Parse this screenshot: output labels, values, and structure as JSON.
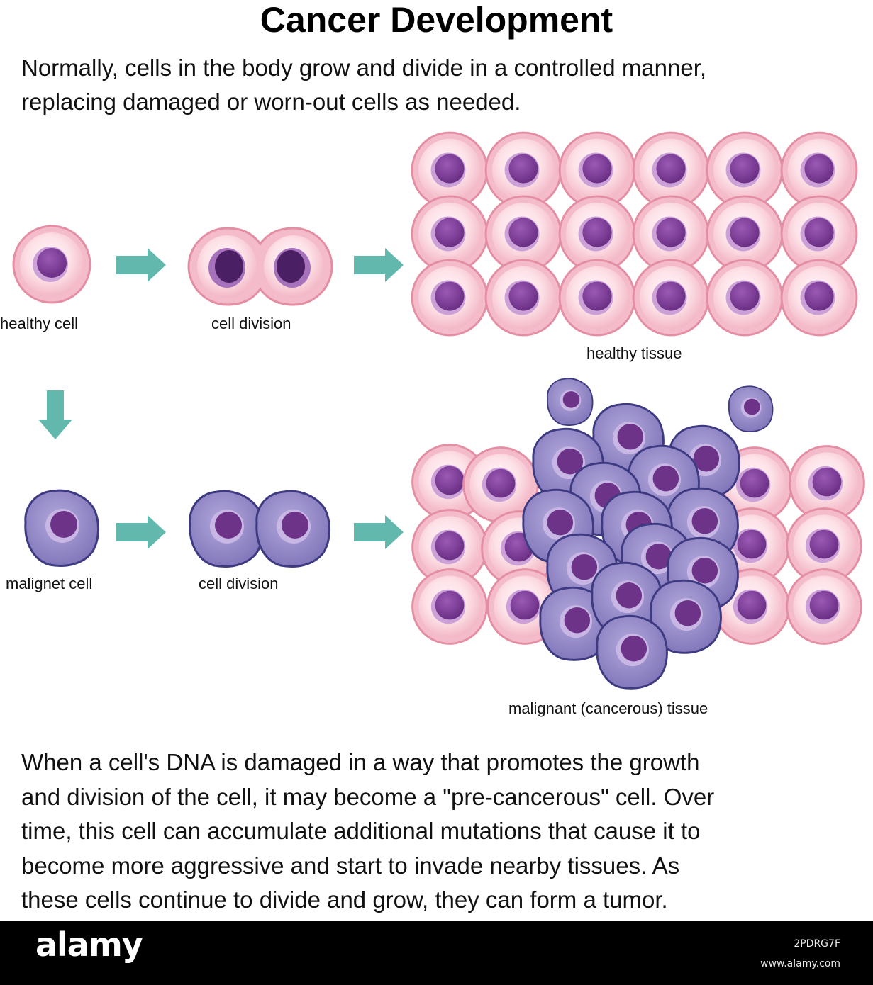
{
  "title": "Cancer Development",
  "intro": {
    "line1": "Normally, cells in the body grow and divide in a controlled manner,",
    "line2": "replacing damaged or worn-out cells as needed."
  },
  "labels": {
    "healthy_cell": "healthy cell",
    "cell_division_top": "cell division",
    "healthy_tissue": "healthy tissue",
    "malignant_cell": "malignet cell",
    "cell_division_bottom": "cell division",
    "malignant_tissue": "malignant (cancerous) tissue"
  },
  "outro": {
    "line1": "When a cell's DNA is damaged in a way that promotes the growth",
    "line2": "and division of the cell, it may become a \"pre-cancerous\" cell. Over",
    "line3": "time, this cell can accumulate additional mutations that cause it to",
    "line4": "become more aggressive and start to invade nearby tissues. As",
    "line5": "these cells continue to divide and grow, they can form a tumor."
  },
  "footer": {
    "brand": "alamy",
    "image_id": "2PDRG7F",
    "site": "www.alamy.com"
  },
  "colors": {
    "healthy_cell_fill": "#f7c9d3",
    "healthy_cell_outline": "#e58fa3",
    "healthy_nucleus": "#7a3f94",
    "malignant_cell_fill": "#8f84c3",
    "malignant_cell_outline": "#3f3d84",
    "malignant_nucleus": "#6b2f85",
    "arrow": "#63b8ad",
    "footer_bg": "#000000"
  }
}
